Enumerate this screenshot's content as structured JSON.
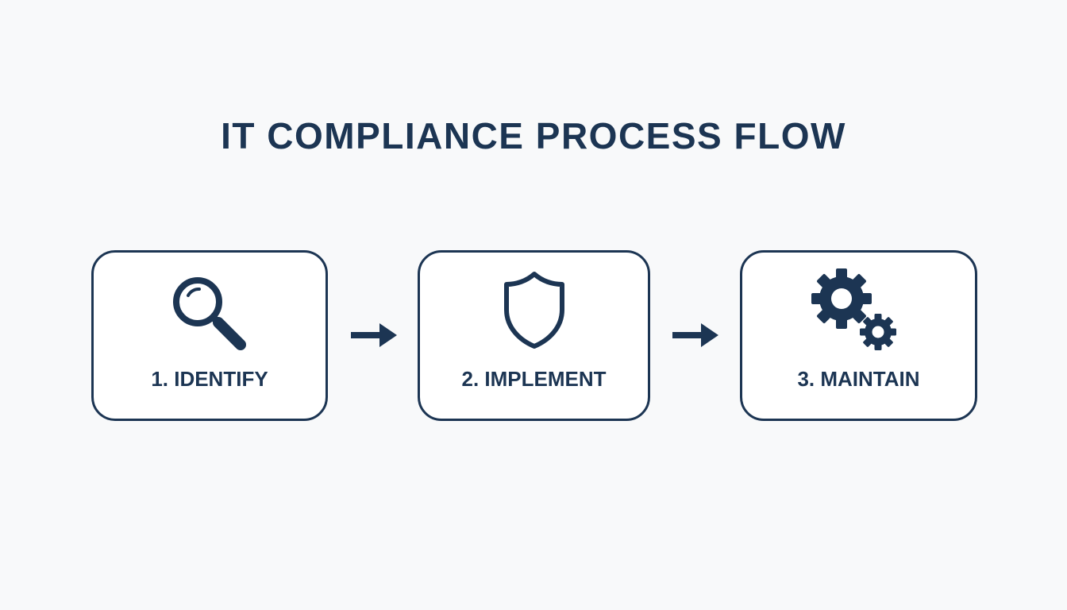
{
  "title": "IT COMPLIANCE PROCESS FLOW",
  "colors": {
    "primary": "#1c3553",
    "background": "#f8f9fa",
    "card": "#ffffff"
  },
  "steps": [
    {
      "label": "1. IDENTIFY",
      "icon": "magnifying-glass-icon"
    },
    {
      "label": "2. IMPLEMENT",
      "icon": "shield-icon"
    },
    {
      "label": "3. MAINTAIN",
      "icon": "gears-icon"
    }
  ],
  "connectors": [
    {
      "icon": "arrow-right-icon"
    },
    {
      "icon": "arrow-right-icon"
    }
  ]
}
